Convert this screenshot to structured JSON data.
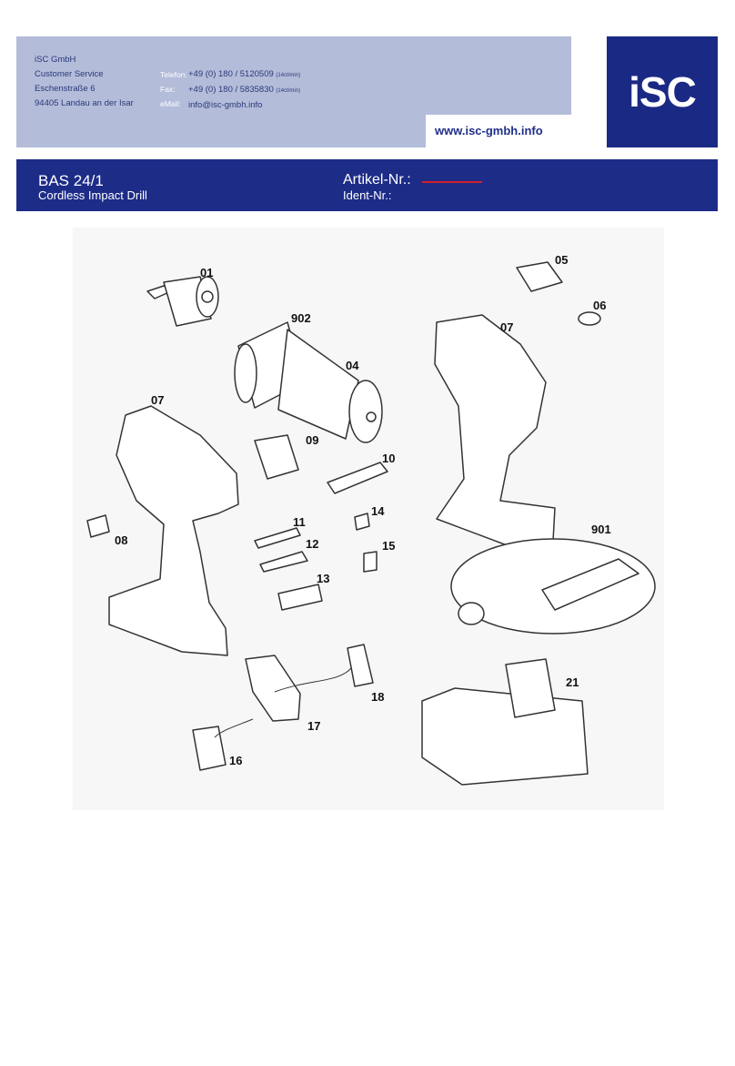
{
  "header": {
    "company": "iSC GmbH",
    "department": "Customer Service",
    "street": "Eschenstraße 6",
    "city": "94405 Landau an der Isar",
    "phone_label": "Telefon:",
    "phone": "+49 (0) 180 / 5120509",
    "phone_rate": "(14ct/min)",
    "fax_label": "Fax:",
    "fax": "+49 (0) 180 / 5835830",
    "fax_rate": "(14ct/min)",
    "email_label": "eMail:",
    "email": "info@isc-gmbh.info",
    "website": "www.isc-gmbh.info",
    "logo": "iSC"
  },
  "product": {
    "model": "BAS 24/1",
    "description": "Cordless Impact Drill",
    "article_label": "Artikel-Nr.:",
    "ident_label": "Ident-Nr.:"
  },
  "parts": {
    "p01": "01",
    "p902": "902",
    "p04": "04",
    "p05": "05",
    "p06": "06",
    "p07a": "07",
    "p07b": "07",
    "p08": "08",
    "p09": "09",
    "p10": "10",
    "p11": "11",
    "p12": "12",
    "p13": "13",
    "p14": "14",
    "p15": "15",
    "p16": "16",
    "p17": "17",
    "p18": "18",
    "p21": "21",
    "p901": "901"
  },
  "colors": {
    "header_bg": "#b3bcd9",
    "brand_blue": "#1d2c87",
    "accent_red": "#d0202c"
  }
}
